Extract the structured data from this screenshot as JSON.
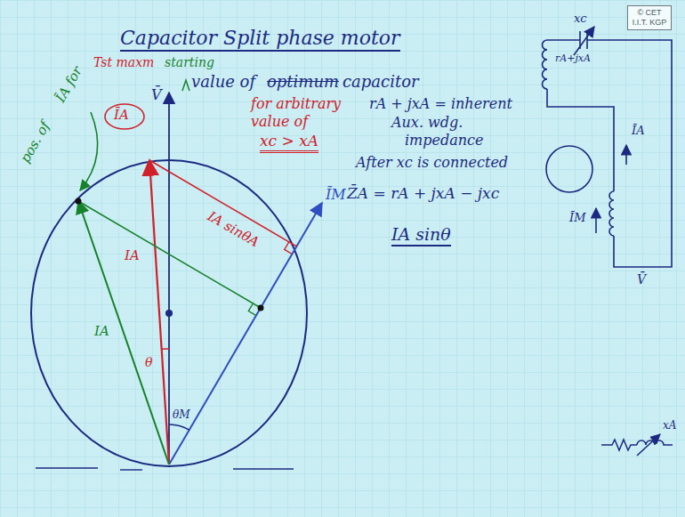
{
  "diagram": {
    "title": "Capacitor Split phase motor",
    "nodes": [
      {
        "text": [
          "© CET I.I.T. KGP"
        ]
      }
    ],
    "labels": [
      "starting",
      "value of",
      "optimum",
      "capacitor",
      "for arbitrary",
      "value of",
      "xc > xA",
      "rA + jxA = inherent",
      "Aux. wdg.",
      "impedance",
      "After xc is connected",
      "Z̄A = rA + jxA − jxc",
      "IA sinθ",
      "xc",
      "rA+jxA",
      "ĪA",
      "ĪM",
      "V̄",
      "V̄",
      "ĪM",
      "θM",
      "θ",
      "IA",
      "IA sinθA",
      "IA",
      "pos. of",
      "ĪA for",
      "Tst maxm",
      "ĪA",
      "xA"
    ]
  }
}
